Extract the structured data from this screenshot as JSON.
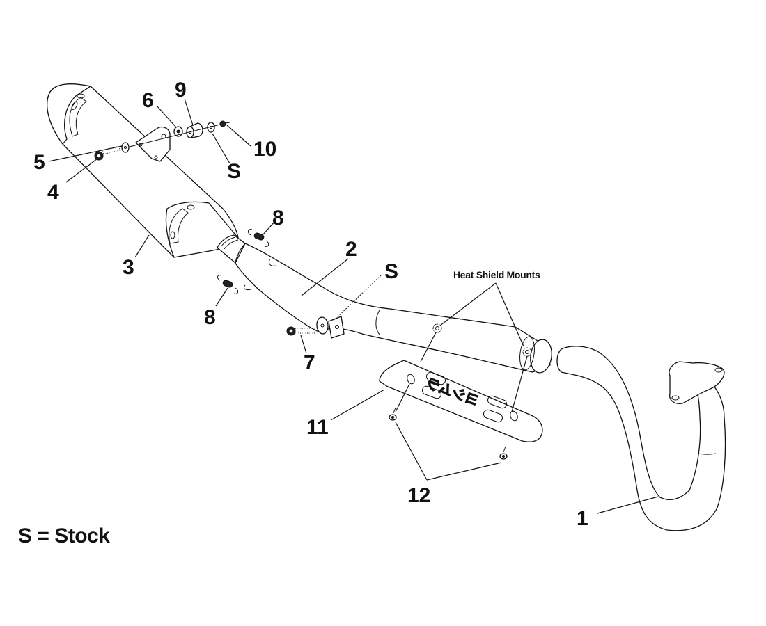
{
  "diagram": {
    "title": "Exhaust system exploded view",
    "callouts": [
      {
        "id": "1",
        "label": "1",
        "part": "Header pipe"
      },
      {
        "id": "2",
        "label": "2",
        "part": "Mid pipe"
      },
      {
        "id": "3",
        "label": "3",
        "part": "Muffler"
      },
      {
        "id": "4",
        "label": "4",
        "part": "Bolt"
      },
      {
        "id": "5",
        "label": "5",
        "part": "Washer"
      },
      {
        "id": "6",
        "label": "6",
        "part": "Washer"
      },
      {
        "id": "7",
        "label": "7",
        "part": "Bolt"
      },
      {
        "id": "8a",
        "label": "8",
        "part": "Spring"
      },
      {
        "id": "8b",
        "label": "8",
        "part": "Spring"
      },
      {
        "id": "9",
        "label": "9",
        "part": "Rubber grommet"
      },
      {
        "id": "10",
        "label": "10",
        "part": "Nut"
      },
      {
        "id": "11",
        "label": "11",
        "part": "Heat shield"
      },
      {
        "id": "12",
        "label": "12",
        "part": "Heat shield screws"
      },
      {
        "id": "S1",
        "label": "S",
        "part": "Stock washer"
      },
      {
        "id": "S2",
        "label": "S",
        "part": "Stock mount"
      }
    ],
    "annotation": "Heat Shield Mounts",
    "heat_shield_logo": "ヨシムラ",
    "legend": "S = Stock"
  }
}
